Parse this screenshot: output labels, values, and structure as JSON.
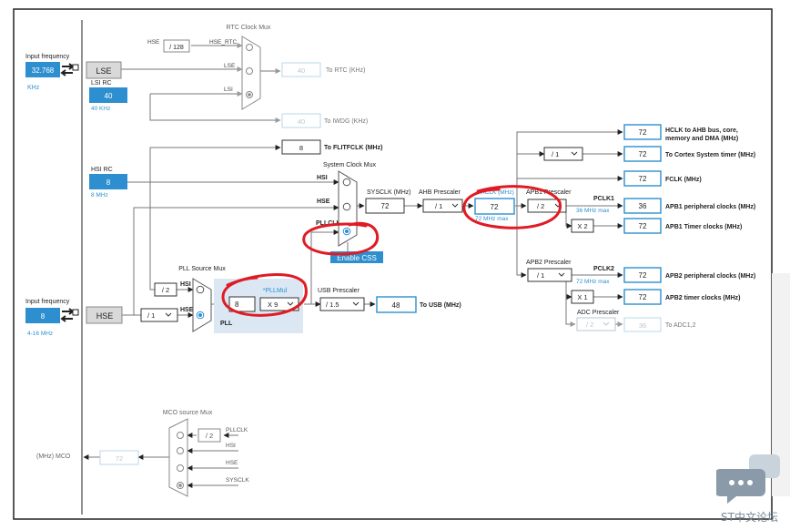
{
  "colors": {
    "accent": "#2d8fcf",
    "border": "#3fa0d8",
    "dark": "#222222",
    "disabled": "#b9c7d1",
    "annotation": "#e01b24",
    "pll_bg": "#dbe8f4"
  },
  "inputs": {
    "lse_label": "Input frequency",
    "lse_value": "32.768",
    "lse_unit": "KHz",
    "lse_name": "LSE",
    "lsi_name": "LSI RC",
    "lsi_value": "40",
    "lsi_unit": "40 KHz",
    "hsi_name": "HSI RC",
    "hsi_value": "8",
    "hsi_unit": "8 MHz",
    "hse_label": "Input frequency",
    "hse_value": "8",
    "hse_range": "4-16 MHz",
    "hse_name": "HSE"
  },
  "rtc": {
    "title": "RTC Clock Mux",
    "hse_in": "HSE",
    "div128": "/ 128",
    "hse_rtc": "HSE_RTC",
    "lse": "LSE",
    "lsi": "LSI",
    "out_value": "40",
    "out_label": "To RTC (KHz)"
  },
  "iwdg": {
    "value": "40",
    "label": "To IWDG (KHz)"
  },
  "flitf": {
    "value": "8",
    "label": "To FLITFCLK (MHz)"
  },
  "sysmux": {
    "title": "System Clock Mux",
    "hsi": "HSI",
    "hse": "HSE",
    "pllclk": "PLLCLK",
    "css_button": "Enable CSS"
  },
  "sysclk": {
    "label": "SYSCLK (MHz)",
    "value": "72"
  },
  "ahb": {
    "label": "AHB Prescaler",
    "value": "/ 1",
    "hclk_label": "HCLK (MHz)",
    "hclk_value": "72",
    "hclk_max": "72 MHz max"
  },
  "apb1": {
    "label": "APB1 Prescaler",
    "value": "/ 2",
    "pclk": "PCLK1",
    "max": "36 MHz max",
    "x2": "X 2"
  },
  "apb2": {
    "label": "APB2 Prescaler",
    "value": "/ 1",
    "pclk": "PCLK2",
    "max": "72 MHz max",
    "x1": "X 1"
  },
  "adc": {
    "label": "ADC Prescaler",
    "value": "/ 2",
    "out": "36",
    "out_label": "To ADC1,2"
  },
  "outputs": [
    {
      "value": "72",
      "label": "HCLK to AHB bus, core,",
      "label2": "memory and DMA (MHz)"
    },
    {
      "value": "72",
      "label": "To Cortex System timer (MHz)"
    },
    {
      "value": "72",
      "label": "FCLK (MHz)"
    },
    {
      "value": "36",
      "label": "APB1 peripheral clocks (MHz)"
    },
    {
      "value": "72",
      "label": "APB1 Timer clocks (MHz)"
    },
    {
      "value": "72",
      "label": "APB2 peripheral clocks (MHz)"
    },
    {
      "value": "72",
      "label": "APB2 timer clocks (MHz)"
    }
  ],
  "cortex_div": "/ 1",
  "pll": {
    "title": "PLL Source Mux",
    "div2": "/ 2",
    "hsi": "HSI",
    "hse": "HSE",
    "hse_div": "/ 1",
    "label": "PLL",
    "mul_label": "*PLLMul",
    "input": "8",
    "mul": "X 9"
  },
  "usb": {
    "label": "USB Prescaler",
    "value": "/ 1.5",
    "out": "48",
    "out_label": "To USB (MHz)"
  },
  "mco": {
    "title": "MCO source Mux",
    "label": "(MHz) MCO",
    "value": "72",
    "div2": "/ 2",
    "pllclk": "PLLCLK",
    "hsi": "HSI",
    "hse": "HSE",
    "sysclk": "SYSCLK"
  },
  "watermark": "ST中文论坛"
}
